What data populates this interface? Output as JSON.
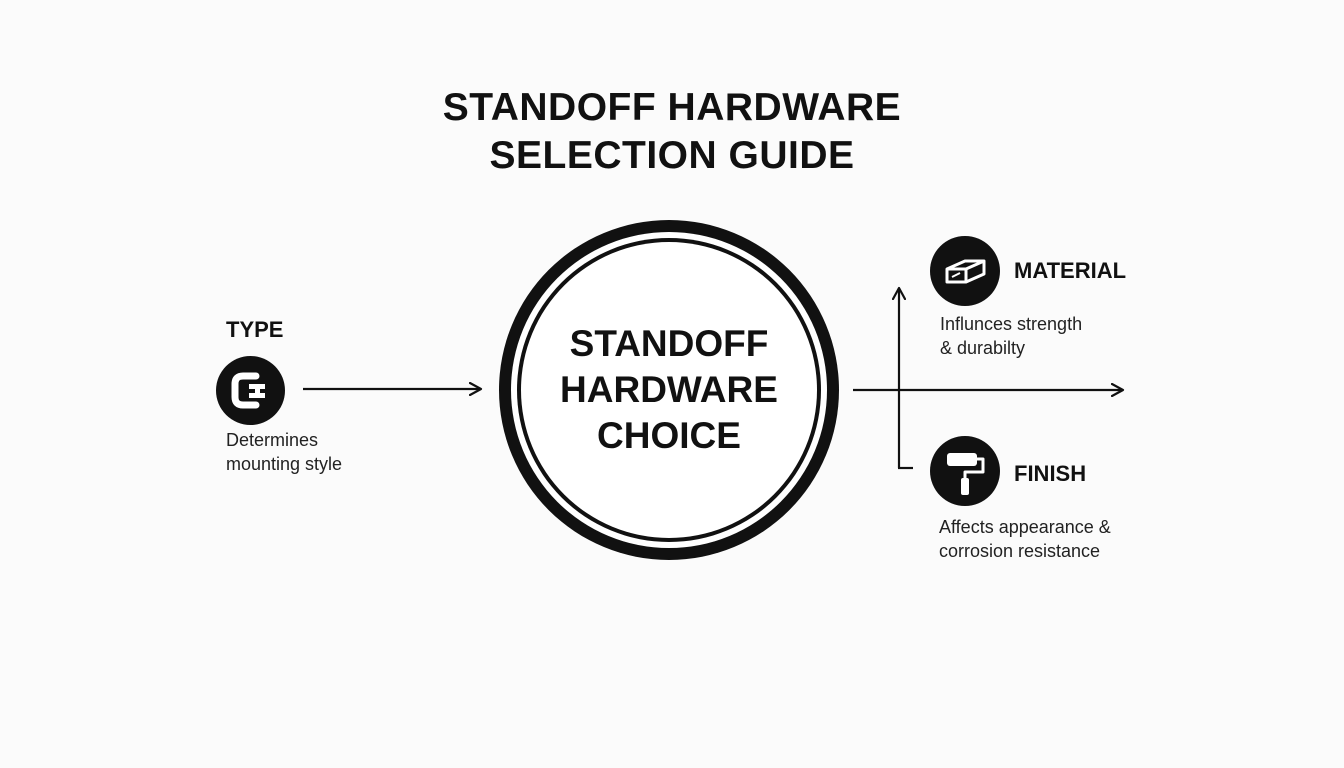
{
  "title": {
    "line1": "STANDOFF HARDWARE",
    "line2": "SELECTION GUIDE"
  },
  "center": {
    "line1": "STANDOFF",
    "line2": "HARDWARE",
    "line3": "CHOICE"
  },
  "nodes": {
    "type": {
      "label": "TYPE",
      "icon": "bracket-mount-icon",
      "desc_line1": "Determines",
      "desc_line2": "mounting style"
    },
    "material": {
      "label": "MATERIAL",
      "icon": "metal-bar-icon",
      "desc_line1": "Influnces strength",
      "desc_line2": "& durabilty"
    },
    "finish": {
      "label": "FINISH",
      "icon": "paint-roller-icon",
      "desc_line1": "Affects appearance &",
      "desc_line2": "corrosion resistance"
    }
  },
  "colors": {
    "background": "#fbfbfb",
    "ink": "#111111"
  }
}
